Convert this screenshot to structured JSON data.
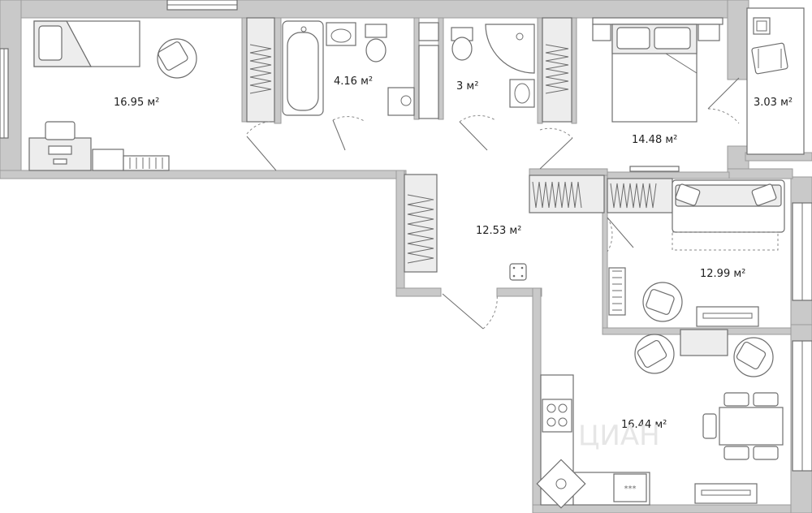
{
  "rooms": [
    {
      "id": "bedroom-left",
      "area": "16.95 м²"
    },
    {
      "id": "bathroom",
      "area": "4.16 м²"
    },
    {
      "id": "toilet",
      "area": "3 м²"
    },
    {
      "id": "bedroom-right",
      "area": "14.48 м²"
    },
    {
      "id": "balcony",
      "area": "3.03 м²"
    },
    {
      "id": "hall",
      "area": "12.53 м²"
    },
    {
      "id": "living-room",
      "area": "12.99 м²"
    },
    {
      "id": "kitchen",
      "area": "16.44 м²"
    }
  ],
  "watermark": "ЦИАН",
  "colors": {
    "wall": "#c9c9c9",
    "line": "#6d6d6d",
    "text": "#1e1e1e"
  },
  "icons": [
    "armchair-icon",
    "bed-icon",
    "bathtub-icon",
    "toilet-icon",
    "sink-icon",
    "shower-icon",
    "washing-machine-icon",
    "wardrobe-icon",
    "sofa-icon",
    "desk-icon",
    "tv-icon",
    "stove-icon",
    "dining-table-icon",
    "radiator-icon",
    "electrical-panel-icon"
  ]
}
